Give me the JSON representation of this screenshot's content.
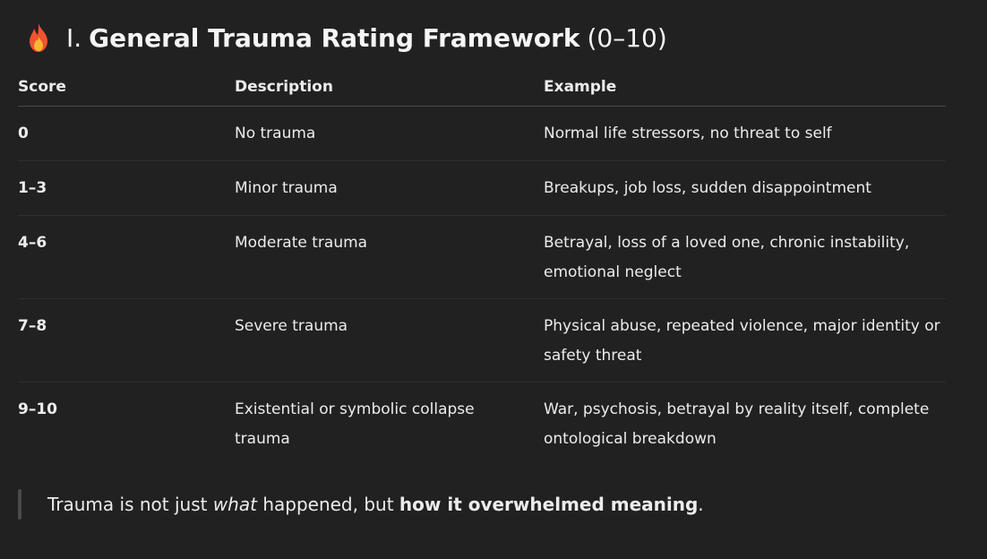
{
  "heading": {
    "icon": "fire-emoji-icon",
    "number": "I.",
    "title": "General Trauma Rating Framework",
    "range": "(0–10)"
  },
  "table": {
    "columns": [
      "Score",
      "Description",
      "Example"
    ],
    "rows": [
      {
        "score": "0",
        "description": "No trauma",
        "example": "Normal life stressors, no threat to self"
      },
      {
        "score": "1–3",
        "description": "Minor trauma",
        "example": "Breakups, job loss, sudden disappointment"
      },
      {
        "score": "4–6",
        "description": "Moderate trauma",
        "example": "Betrayal, loss of a loved one, chronic instability, emotional neglect"
      },
      {
        "score": "7–8",
        "description": "Severe trauma",
        "example": "Physical abuse, repeated violence, major identity or safety threat"
      },
      {
        "score": "9–10",
        "description": "Existential or symbolic collapse trauma",
        "example": "War, psychosis, betrayal by reality itself, complete ontological breakdown"
      }
    ]
  },
  "quote": {
    "part1": "Trauma is not just ",
    "italic": "what",
    "part2": " happened, but ",
    "bold": "how it overwhelmed meaning",
    "part3": "."
  },
  "colors": {
    "background": "#212121",
    "text": "#ececec",
    "flame_outer": "#f0532f",
    "flame_inner": "#f7b733"
  }
}
